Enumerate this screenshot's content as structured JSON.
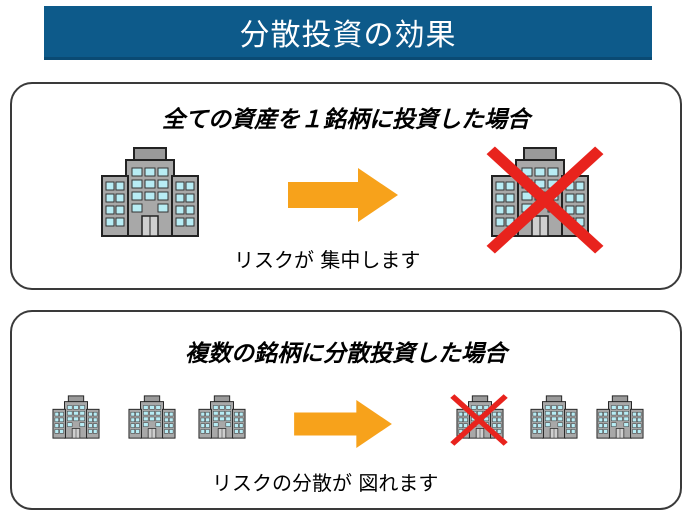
{
  "title": "分散投資の効果",
  "panels": [
    {
      "heading": "全ての資産を１銘柄に投資した場合",
      "caption": "リスクが 集中します"
    },
    {
      "heading": "複数の銘柄に分散投資した場合",
      "caption": "リスクの分散が 図れます"
    }
  ],
  "colors": {
    "title_bg": "#0d5a8a",
    "arrow": "#f7a21b",
    "cross": "#e8231d",
    "window": "#b8ecf4"
  },
  "icons": [
    "building-icon",
    "right-arrow-icon",
    "cross-icon"
  ]
}
